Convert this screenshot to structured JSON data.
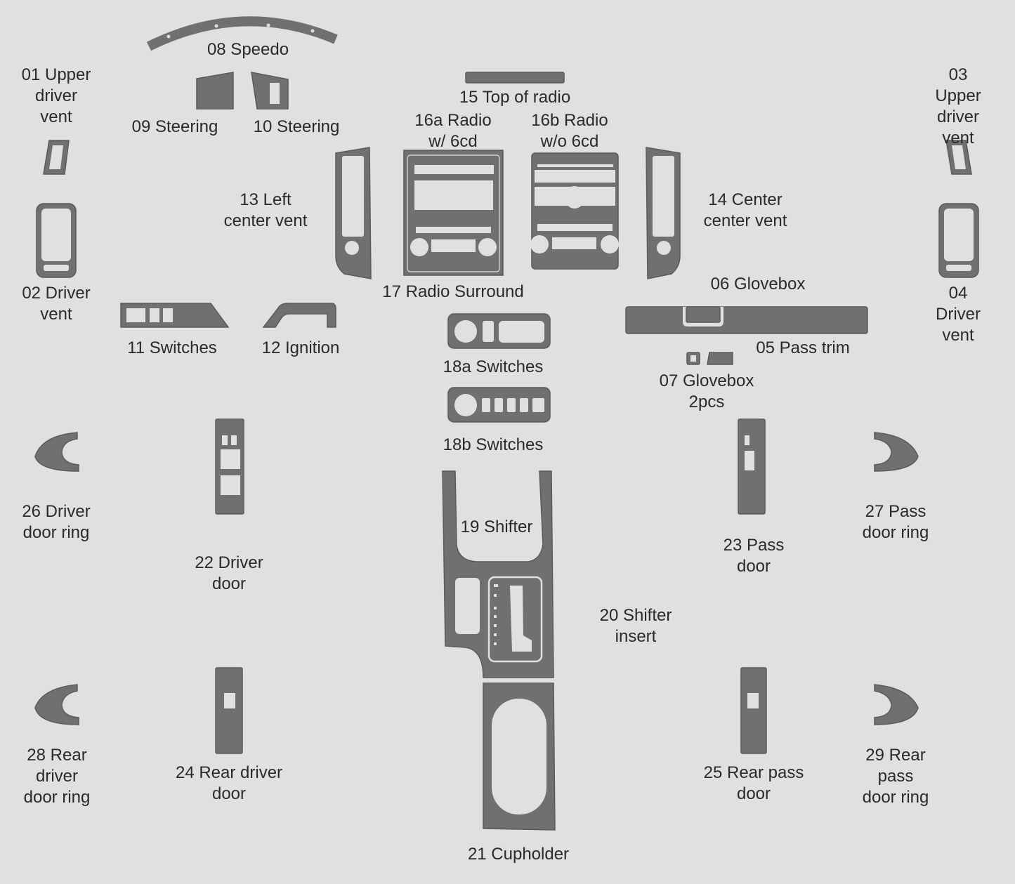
{
  "colors": {
    "background": "#e0e0e0",
    "part": "#707070",
    "text": "#2a2a2a"
  },
  "labels": {
    "p01": "01 Upper\ndriver\nvent",
    "p02": "02 Driver\nvent",
    "p03": "03 Upper\ndriver\nvent",
    "p04": "04 Driver\nvent",
    "p05": "05 Pass trim",
    "p06": "06 Glovebox",
    "p07": "07 Glovebox\n2pcs",
    "p08": "08 Speedo",
    "p09": "09 Steering",
    "p10": "10 Steering",
    "p11": "11 Switches",
    "p12": "12 Ignition",
    "p13": "13 Left\ncenter vent",
    "p14": "14 Center\ncenter vent",
    "p15": "15 Top of radio",
    "p16a": "16a Radio\nw/ 6cd",
    "p16b": "16b Radio\nw/o 6cd",
    "p17": "17 Radio Surround",
    "p18a": "18a Switches",
    "p18b": "18b Switches",
    "p19": "19 Shifter",
    "p20": "20 Shifter\ninsert",
    "p21": "21 Cupholder",
    "p22": "22 Driver\ndoor",
    "p23": "23 Pass\ndoor",
    "p24": "24 Rear driver\ndoor",
    "p25": "25 Rear pass\ndoor",
    "p26": "26 Driver\ndoor ring",
    "p27": "27 Pass\ndoor ring",
    "p28": "28 Rear\ndriver\ndoor ring",
    "p29": "29 Rear\npass\ndoor ring"
  }
}
